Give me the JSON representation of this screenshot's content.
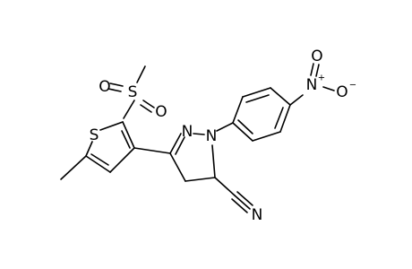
{
  "molecule": {
    "atoms": {
      "S_ring": "S",
      "S_sulfonyl": "S",
      "O_sulf_left": "O",
      "O_sulf_right": "O",
      "N_pyr2": "N",
      "N_pyr1": "N",
      "N_nitro": "N",
      "O_nitro_top": "O",
      "O_nitro_right": "O",
      "N_nitrile": "N"
    },
    "charges": {
      "N_nitro": "+",
      "O_nitro_right": "−"
    }
  }
}
